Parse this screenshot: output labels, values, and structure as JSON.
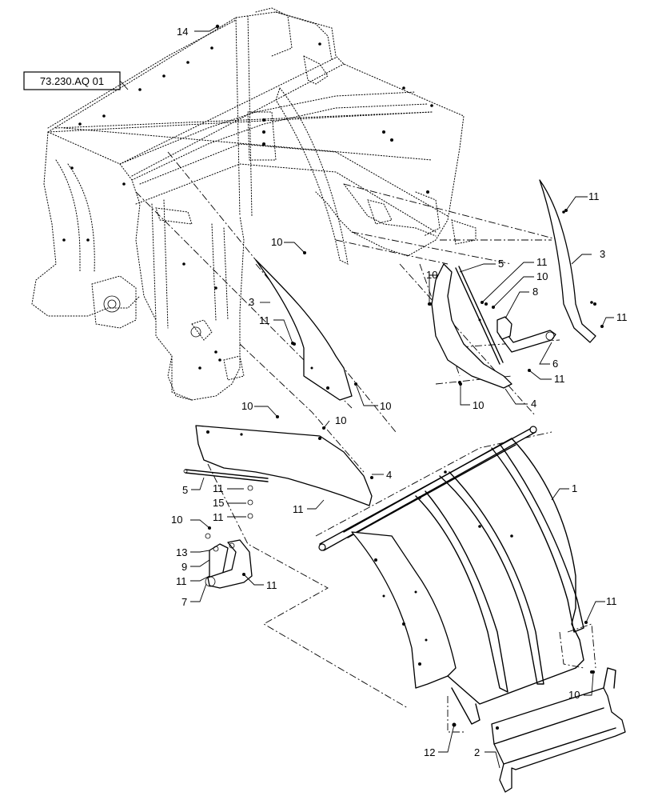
{
  "reference": {
    "label": "73.230.AQ 01"
  },
  "callouts": {
    "c14": "14",
    "c10_a": "10",
    "c3_left": "3",
    "c11_a": "11",
    "c10_b": "10",
    "c10_c": "10",
    "c10_d": "10",
    "c5_left": "5",
    "c11_b": "11",
    "c15": "15",
    "c11_c": "11",
    "c11_d": "11",
    "c4_left": "4",
    "c10_e": "10",
    "c13": "13",
    "c9": "9",
    "c11_e": "11",
    "c11_f": "11",
    "c7": "7",
    "c11_top": "11",
    "c3_right": "3",
    "c5_right": "5",
    "c11_g": "11",
    "c10_f": "10",
    "c10_g": "10",
    "c8": "8",
    "c11_h": "11",
    "c6": "6",
    "c11_i": "11",
    "c10_h": "10",
    "c4_right": "4",
    "c1": "1",
    "c11_j": "11",
    "c10_i": "10",
    "c12": "12",
    "c2": "2"
  }
}
